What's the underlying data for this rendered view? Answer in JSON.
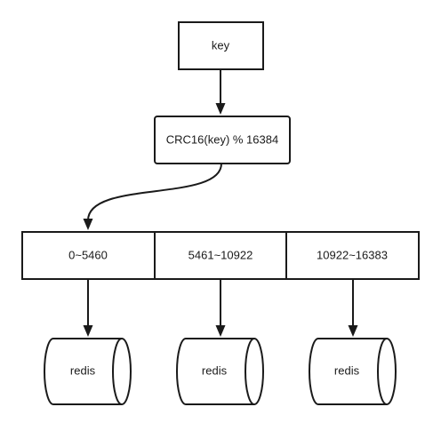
{
  "diagram": {
    "key_node": {
      "label": "key"
    },
    "hash_node": {
      "label": "CRC16(key) % 16384"
    },
    "slots": [
      {
        "label": "0~5460"
      },
      {
        "label": "5461~10922"
      },
      {
        "label": "10922~16383"
      }
    ],
    "instances": [
      {
        "label": "redis"
      },
      {
        "label": "redis"
      },
      {
        "label": "redis"
      }
    ]
  }
}
